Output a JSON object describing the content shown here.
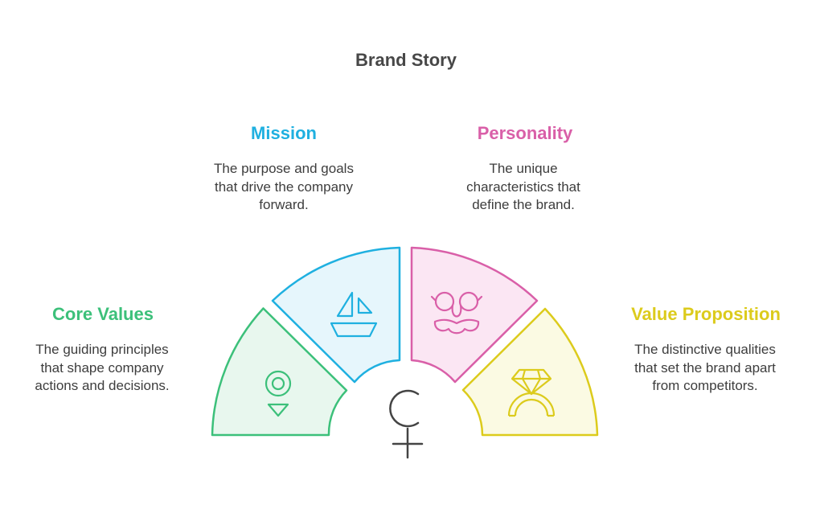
{
  "title": "Brand Story",
  "sections": {
    "mission": {
      "title": "Mission",
      "lines": [
        "The purpose and goals",
        "that drive the company",
        "forward."
      ],
      "color": "#1fb0e0",
      "fill": "#e6f6fc",
      "icon": "sailboat-icon"
    },
    "personality": {
      "title": "Personality",
      "lines": [
        "The unique",
        "characteristics that",
        "define the brand."
      ],
      "color": "#d95fa8",
      "fill": "#fbe6f3",
      "icon": "disguise-glasses-icon"
    },
    "core_values": {
      "title": "Core Values",
      "lines": [
        "The guiding principles",
        "that shape company",
        "actions and decisions."
      ],
      "color": "#3cc07a",
      "fill": "#e8f7ee",
      "icon": "location-pin-icon"
    },
    "value_proposition": {
      "title": "Value Proposition",
      "lines": [
        "The distinctive qualities",
        "that set the brand apart",
        "from competitors."
      ],
      "color": "#dccb1c",
      "fill": "#fbfae3",
      "icon": "diamond-ring-icon"
    }
  },
  "center_icon": "venus-symbol-icon",
  "center_color": "#444444"
}
